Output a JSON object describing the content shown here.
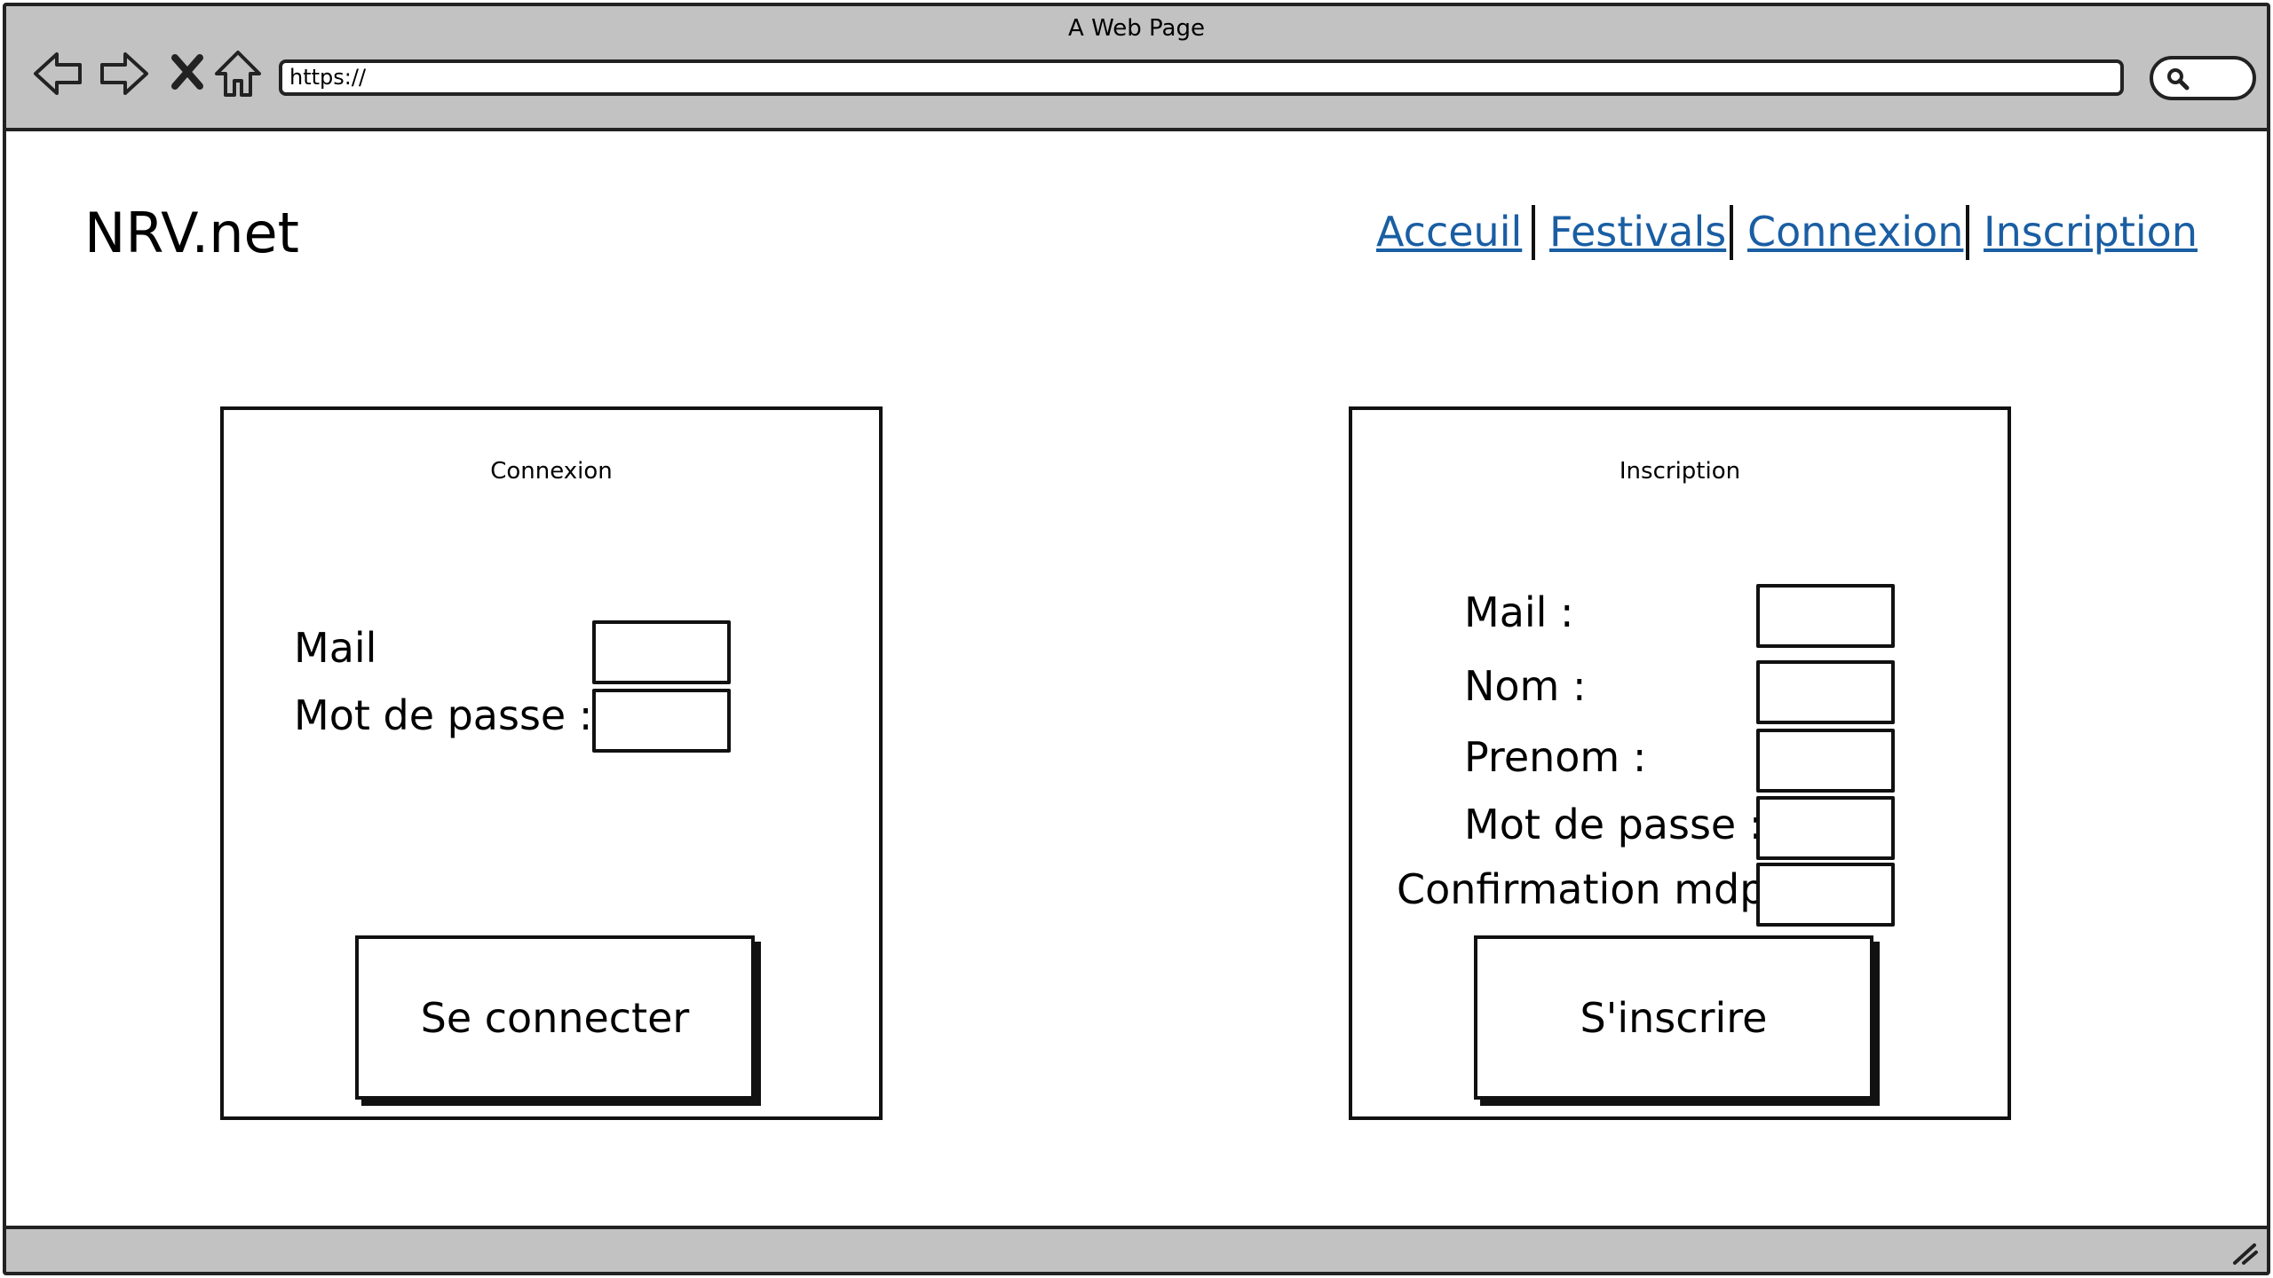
{
  "browser": {
    "title": "A Web Page",
    "url": "https://",
    "icons": [
      "back-arrow-icon",
      "forward-arrow-icon",
      "stop-icon",
      "home-icon",
      "search-icon",
      "resize-grip-icon"
    ]
  },
  "site": {
    "logo": "NRV.net",
    "nav": [
      "Acceuil",
      "Festivals",
      "Connexion",
      "Inscription"
    ]
  },
  "login": {
    "title": "Connexion",
    "fields": [
      {
        "label": "Mail",
        "value": ""
      },
      {
        "label": "Mot de passe :",
        "value": ""
      }
    ],
    "button": "Se connecter"
  },
  "signup": {
    "title": "Inscription",
    "fields": [
      {
        "label": "Mail :",
        "value": ""
      },
      {
        "label": "Nom :",
        "value": ""
      },
      {
        "label": "Prenom :",
        "value": ""
      },
      {
        "label": "Mot de passe :",
        "value": ""
      },
      {
        "label": "Confirmation mdp:",
        "value": ""
      }
    ],
    "button": "S'inscrire"
  },
  "colors": {
    "chrome": "#c2c2c2",
    "link": "#1a5ea3",
    "stroke": "#111111"
  }
}
